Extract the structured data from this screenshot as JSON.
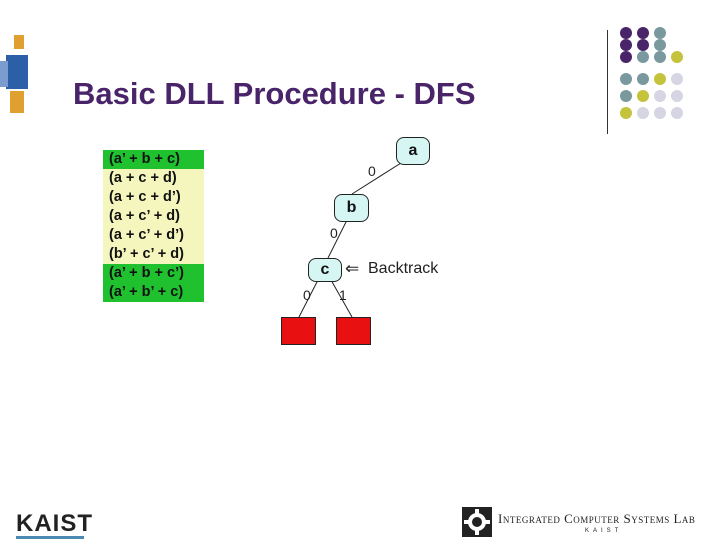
{
  "title": "Basic DLL Procedure - DFS",
  "clauses": [
    {
      "text": "(a’ + b + c)",
      "status": "green"
    },
    {
      "text": "(a + c + d)",
      "status": "yellow"
    },
    {
      "text": "(a + c + d’)",
      "status": "yellow"
    },
    {
      "text": "(a + c’ + d)",
      "status": "yellow"
    },
    {
      "text": "(a + c’ + d’)",
      "status": "yellow"
    },
    {
      "text": "(b’ + c’ + d)",
      "status": "yellow"
    },
    {
      "text": "(a’ + b + c’)",
      "status": "green"
    },
    {
      "text": "(a’ + b’ + c)",
      "status": "green"
    }
  ],
  "tree": {
    "nodes": {
      "a": "a",
      "b": "b",
      "c": "c"
    },
    "edge_labels": {
      "a_b": "0",
      "b_c": "0",
      "c_left": "0",
      "c_right": "1"
    }
  },
  "backtrack_label": "Backtrack",
  "footer": {
    "kaist": "KAIST",
    "lab": "Integrated Computer Systems Lab",
    "lab_sub": "KAIST"
  },
  "colors": {
    "title": "#4a2469",
    "satisfied_clause": "#1fc12f",
    "unresolved_clause": "#f4f6be",
    "node_fill": "#d6f6f4",
    "conflict_leaf": "#e81010"
  },
  "icons": [
    "backtrack-arrow-icon",
    "decorative-dot-grid",
    "kaist-logo",
    "lab-gear-logo"
  ]
}
